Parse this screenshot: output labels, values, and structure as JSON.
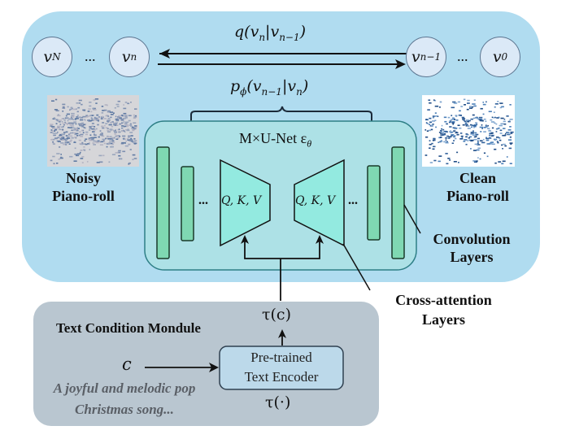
{
  "nodes": {
    "v_N": {
      "base": "v",
      "sub": "N"
    },
    "v_n": {
      "base": "v",
      "sub": "n"
    },
    "v_n_minus_1": {
      "base": "v",
      "sub": "n−1"
    },
    "v_0": {
      "base": "v",
      "sub": "0"
    },
    "ellipsis": "..."
  },
  "forward_process": {
    "label": "q(v",
    "sub": "n",
    "bar": "|v",
    "sub2": "n−1",
    "close": ")"
  },
  "reverse_process": {
    "label": "p",
    "sub_phi": "ϕ",
    "open": "(v",
    "sub": "n−1",
    "bar": "|v",
    "sub2": "n",
    "close": ")"
  },
  "unet": {
    "title": "M×U-Net ε",
    "title_sub": "θ",
    "qkv_left": "Q, K, V",
    "qkv_right": "Q, K, V",
    "dots": "..."
  },
  "images": {
    "noisy_label_1": "Noisy",
    "noisy_label_2": "Piano-roll",
    "clean_label_1": "Clean",
    "clean_label_2": "Piano-roll"
  },
  "annotations": {
    "convolution_1": "Convolution",
    "convolution_2": "Layers",
    "cross_attention_1": "Cross-attention",
    "cross_attention_2": "Layers"
  },
  "text_condition": {
    "title": "Text Condition Mondule",
    "input_symbol": "c",
    "prompt_line_1": "A joyful and melodic pop",
    "prompt_line_2": "Christmas song...",
    "encoder_line_1": "Pre-trained",
    "encoder_line_2": "Text Encoder",
    "encoder_fn": "τ(·)",
    "output": "τ(c)"
  },
  "colors": {
    "outer_panel": "#b0dcf0",
    "unet_panel": "#ade1e6",
    "conv_layer": "#7fd8b2",
    "attention_block": "#93eae0",
    "node_fill": "#dbe9f7",
    "text_module": "#b9c6d0",
    "encoder_box": "#bcd9ea",
    "prompt_text": "#5a5f66"
  }
}
